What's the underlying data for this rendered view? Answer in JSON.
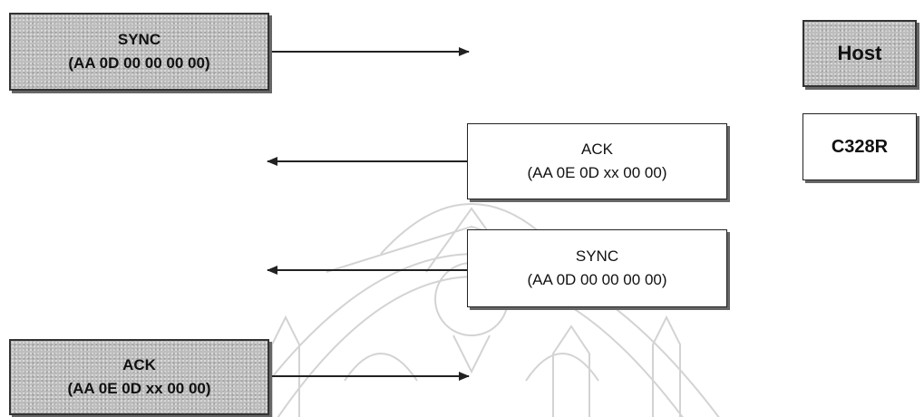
{
  "messages": [
    {
      "from": "host",
      "line1": "SYNC",
      "line2": "(AA 0D 00 00 00 00)"
    },
    {
      "from": "camera",
      "line1": "ACK",
      "line2": "(AA 0E 0D xx 00 00)"
    },
    {
      "from": "camera",
      "line1": "SYNC",
      "line2": "(AA 0D 00 00 00 00)"
    },
    {
      "from": "host",
      "line1": "ACK",
      "line2": "(AA 0E 0D xx 00 00)"
    }
  ],
  "legend": {
    "host_label": "Host",
    "camera_label": "C328R"
  },
  "colors": {
    "host_fill": "#bdbdbd",
    "camera_fill": "#ffffff",
    "line": "#222222"
  }
}
